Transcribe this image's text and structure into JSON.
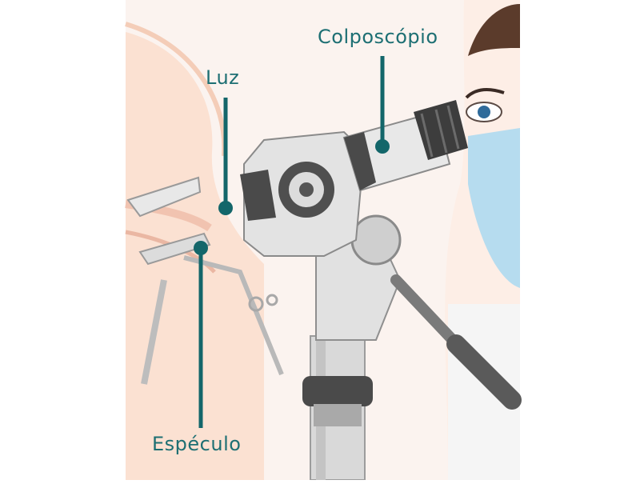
{
  "labels": {
    "colposcopy": "Colposcópio",
    "light": "Luz",
    "speculum": "Espéculo"
  },
  "colors": {
    "label_text": "#1d6f73",
    "leader_line": "#13666a",
    "skin": "#fbe1d2",
    "instrument_light": "#e1e1e1",
    "instrument_dark": "#4a4a4a",
    "mask": "#b6dcef"
  }
}
